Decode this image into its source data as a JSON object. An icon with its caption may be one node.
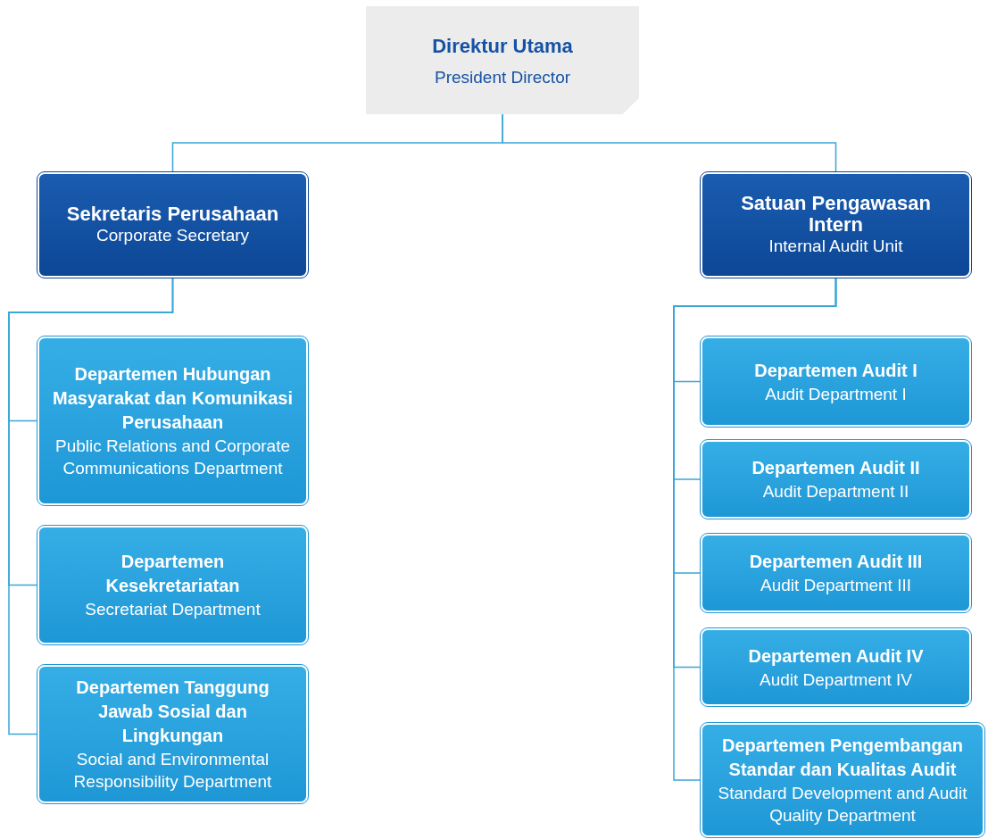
{
  "diagram": {
    "nodes": [
      {
        "text": [
          "Direktur Utama",
          "President Director"
        ]
      },
      {
        "text": [
          "Sekretaris Perusahaan",
          "Corporate Secretary"
        ]
      },
      {
        "text": [
          "Satuan Pengawasan Intern",
          "Internal Audit Unit"
        ]
      },
      {
        "text": [
          "Departemen Hubungan Masyarakat dan Komunikasi Perusahaan",
          "Public Relations and Corporate Communications Department"
        ]
      },
      {
        "text": [
          "Departemen Kesekretariatan",
          "Secretariat Department"
        ]
      },
      {
        "text": [
          "Departemen Tanggung Jawab Sosial dan Lingkungan",
          "Social and Environmental Responsibility Department"
        ]
      },
      {
        "text": [
          "Departemen Audit I",
          "Audit Department I"
        ]
      },
      {
        "text": [
          "Departemen Audit II",
          "Audit Department II"
        ]
      },
      {
        "text": [
          "Departemen Audit III",
          "Audit Department III"
        ]
      },
      {
        "text": [
          "Departemen Audit IV",
          "Audit Department IV"
        ]
      },
      {
        "text": [
          "Departemen Pengembangan Standar dan Kualitas Audit",
          "Standard Development and Audit Quality Department"
        ]
      }
    ],
    "edges": [
      {
        "from": 0,
        "to": 1,
        "arrow": "none"
      },
      {
        "from": 0,
        "to": 2,
        "arrow": "none"
      },
      {
        "from": 1,
        "to": 3,
        "arrow": "none"
      },
      {
        "from": 1,
        "to": 4,
        "arrow": "none"
      },
      {
        "from": 1,
        "to": 5,
        "arrow": "none"
      },
      {
        "from": 2,
        "to": 6,
        "arrow": "none"
      },
      {
        "from": 2,
        "to": 7,
        "arrow": "none"
      },
      {
        "from": 2,
        "to": 8,
        "arrow": "none"
      },
      {
        "from": 2,
        "to": 9,
        "arrow": "none"
      },
      {
        "from": 2,
        "to": 10,
        "arrow": "none"
      }
    ]
  }
}
